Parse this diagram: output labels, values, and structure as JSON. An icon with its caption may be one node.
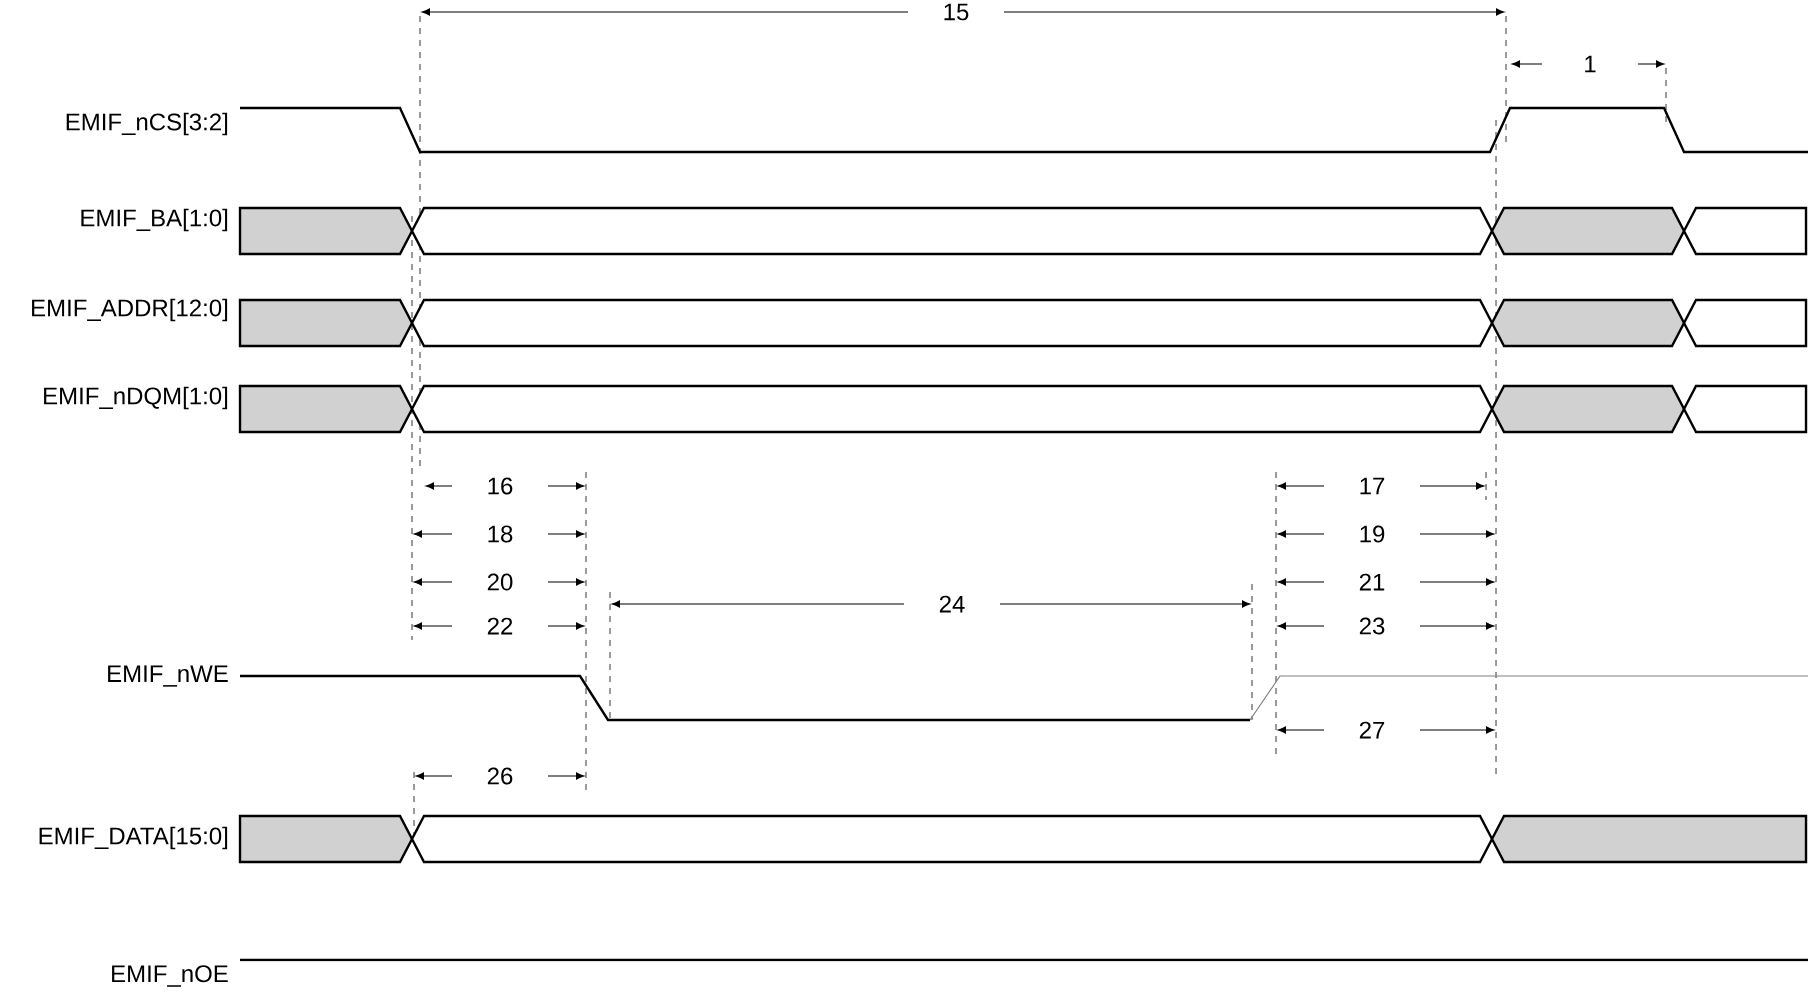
{
  "diagram": {
    "labels": [
      "15",
      "1",
      "EMIF_nCS[3:2]",
      "EMIF_BA[1:0]",
      "EMIF_ADDR[12:0]",
      "EMIF_nDQM[1:0]",
      "16",
      "17",
      "18",
      "19",
      "20",
      "21",
      "24",
      "22",
      "23",
      "EMIF_nWE",
      "26",
      "27",
      "EMIF_DATA[15:0]",
      "EMIF_nOE"
    ]
  }
}
